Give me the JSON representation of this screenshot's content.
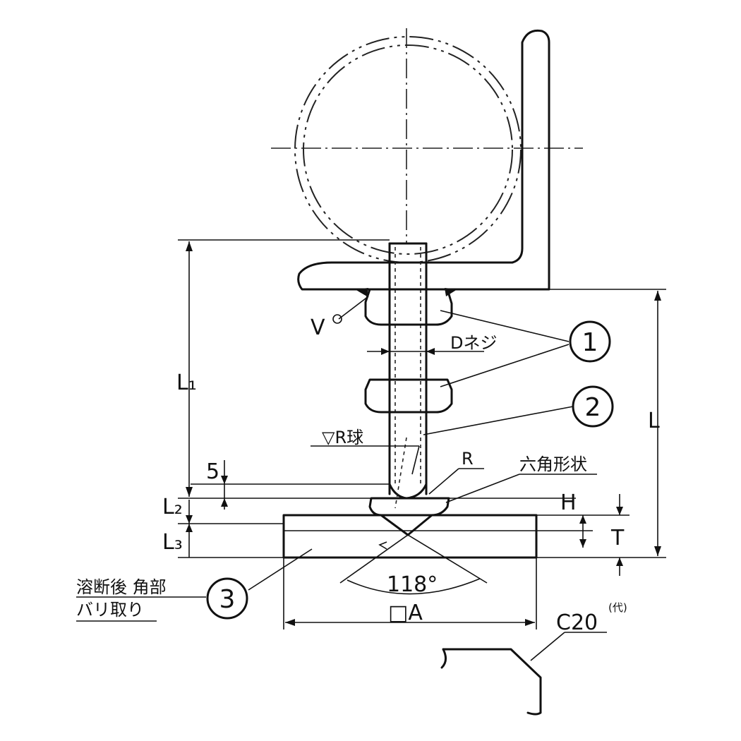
{
  "labels": {
    "L1": "L₁",
    "L2": "L₂",
    "L3": "L₃",
    "L": "L",
    "H": "H",
    "T": "T",
    "five": "5",
    "D_thread": "Dネジ",
    "R_sphere": "▽R球",
    "R": "R",
    "hex_shape": "六角形状",
    "angle": "118°",
    "square_A": "□A",
    "chamfer": "C20",
    "chamfer_note": "(代)",
    "weld_symbol": "V",
    "note_line1": "溶断後 角部",
    "note_line2": "バリ取り"
  },
  "balloons": [
    "1",
    "2",
    "3"
  ],
  "colors": {
    "line": "#111111",
    "paper": "#ffffff"
  }
}
